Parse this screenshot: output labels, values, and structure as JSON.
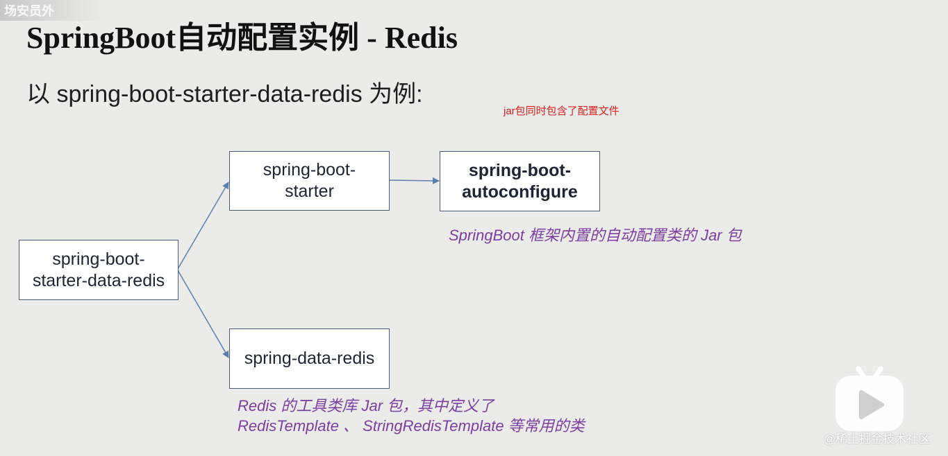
{
  "watermark_top_left": "场安员外",
  "title": "SpringBoot自动配置实例 - Redis",
  "subtitle": "以 spring-boot-starter-data-redis 为例:",
  "note": "jar包同时包含了配置文件",
  "boxes": {
    "data_redis_starter": "spring-boot-\nstarter-data-redis",
    "boot_starter": "spring-boot-\nstarter",
    "autoconfigure": "spring-boot-\nautoconfigure",
    "spring_data_redis": "spring-data-redis"
  },
  "captions": {
    "autoconfigure": "SpringBoot 框架内置的自动配置类的 Jar 包",
    "spring_data_redis": "Redis 的工具类库 Jar 包，其中定义了\nRedisTemplate 、 StringRedisTemplate 等常用的类"
  },
  "watermark_bottom_right": "@稀土掘金技术社区",
  "colors": {
    "arrow": "#5a7fae",
    "box_border": "#4c5a72",
    "caption": "#7a3ea0",
    "note": "#e0201c"
  },
  "icons": {
    "player": "play-icon"
  }
}
